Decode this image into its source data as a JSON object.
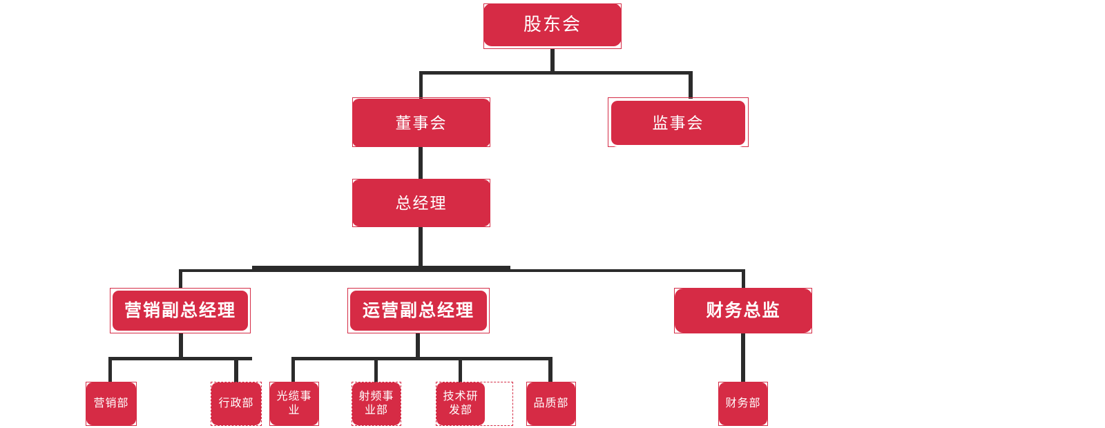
{
  "chart_data": {
    "type": "diagram",
    "title": "",
    "diagram_kind": "organizational-chart",
    "accent_color": "#d62b45",
    "line_color": "#2b2b2b",
    "text_color": "#ffffff",
    "background_color": "#ffffff",
    "nodes": [
      {
        "id": "shareholders",
        "label": "股东会",
        "level": 1,
        "parent": null
      },
      {
        "id": "board",
        "label": "董事会",
        "level": 2,
        "parent": "shareholders"
      },
      {
        "id": "supervisors",
        "label": "监事会",
        "level": 2,
        "parent": "shareholders"
      },
      {
        "id": "gm",
        "label": "总经理",
        "level": 3,
        "parent": "board"
      },
      {
        "id": "vp-marketing",
        "label": "营销副总经理",
        "level": 4,
        "parent": "gm"
      },
      {
        "id": "vp-ops",
        "label": "运营副总经理",
        "level": 4,
        "parent": "gm"
      },
      {
        "id": "cfo",
        "label": "财务总监",
        "level": 4,
        "parent": "gm"
      },
      {
        "id": "dept-marketing",
        "label": "营销部",
        "level": 5,
        "parent": "vp-marketing"
      },
      {
        "id": "dept-admin",
        "label": "行政部",
        "level": 5,
        "parent": "vp-marketing"
      },
      {
        "id": "dept-cable",
        "label": "光缆事业",
        "level": 5,
        "parent": "vp-ops"
      },
      {
        "id": "dept-rf",
        "label": "射频事业部",
        "level": 5,
        "parent": "vp-ops"
      },
      {
        "id": "dept-rnd",
        "label": "技术研发部",
        "level": 5,
        "parent": "vp-ops"
      },
      {
        "id": "dept-quality",
        "label": "品质部",
        "level": 5,
        "parent": "vp-ops"
      },
      {
        "id": "dept-finance",
        "label": "财务部",
        "level": 5,
        "parent": "cfo"
      }
    ],
    "edges": [
      {
        "from": "shareholders",
        "to": "board"
      },
      {
        "from": "shareholders",
        "to": "supervisors"
      },
      {
        "from": "board",
        "to": "gm"
      },
      {
        "from": "gm",
        "to": "vp-marketing"
      },
      {
        "from": "gm",
        "to": "vp-ops"
      },
      {
        "from": "gm",
        "to": "cfo"
      },
      {
        "from": "vp-marketing",
        "to": "dept-marketing"
      },
      {
        "from": "vp-marketing",
        "to": "dept-admin"
      },
      {
        "from": "vp-ops",
        "to": "dept-cable"
      },
      {
        "from": "vp-ops",
        "to": "dept-rf"
      },
      {
        "from": "vp-ops",
        "to": "dept-rnd"
      },
      {
        "from": "vp-ops",
        "to": "dept-quality"
      },
      {
        "from": "cfo",
        "to": "dept-finance"
      }
    ]
  },
  "chart": {
    "shareholders": {
      "label": "股东会"
    },
    "board": {
      "label": "董事会"
    },
    "supervisors": {
      "label": "监事会"
    },
    "gm": {
      "label": "总经理"
    },
    "vp_marketing": {
      "label": "营销副总经理"
    },
    "vp_ops": {
      "label": "运营副总经理"
    },
    "cfo": {
      "label": "财务总监"
    },
    "dept_marketing": {
      "label": "营销部"
    },
    "dept_admin": {
      "label": "行政部"
    },
    "dept_cable": {
      "label": "光缆事业"
    },
    "dept_rf": {
      "label": "射频事业部"
    },
    "dept_rnd": {
      "label": "技术研发部"
    },
    "dept_quality": {
      "label": "品质部"
    },
    "dept_finance": {
      "label": "财务部"
    }
  }
}
